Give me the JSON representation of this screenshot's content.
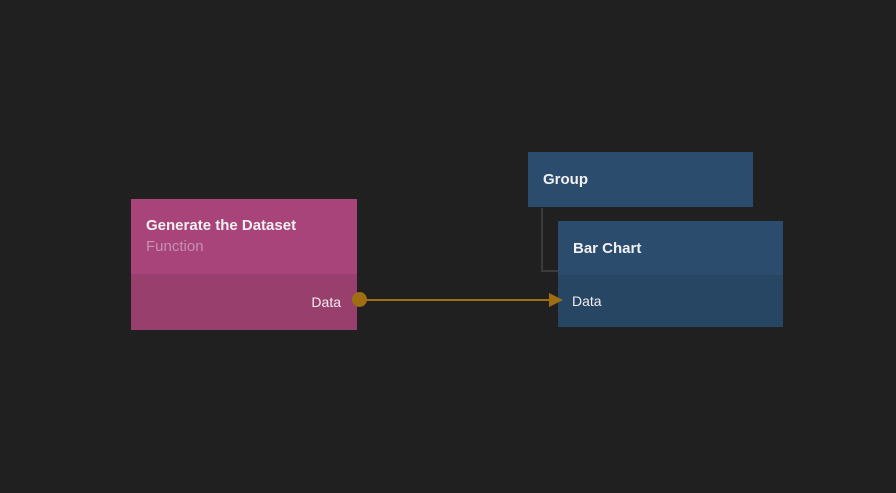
{
  "colors": {
    "canvas-bg": "#202020",
    "pink-header": "#a84479",
    "pink-body": "#983f6d",
    "blue-header": "#2b4c6d",
    "blue-body": "#264663",
    "wire": "#9f6e13",
    "tree-line": "#3b3b3b",
    "title-text": "#f1f1f1",
    "subtitle-text": "#c691b3",
    "port-text": "#f0ecef"
  },
  "nodes": [
    {
      "id": "generate-dataset",
      "title": "Generate the Dataset",
      "subtitle": "Function",
      "header_color": "#a84479",
      "body_color": "#983f6d",
      "outputs": [
        {
          "label": "Data"
        }
      ]
    },
    {
      "id": "group",
      "title": "Group",
      "header_color": "#2b4c6d"
    },
    {
      "id": "bar-chart",
      "title": "Bar Chart",
      "header_color": "#2b4c6d",
      "body_color": "#264663",
      "inputs": [
        {
          "label": "Data"
        }
      ]
    }
  ],
  "edge": {
    "source_node": "Generate the Dataset",
    "source_port": "Data",
    "target_node": "Bar Chart",
    "target_port": "Data",
    "color": "#9f6e13"
  }
}
